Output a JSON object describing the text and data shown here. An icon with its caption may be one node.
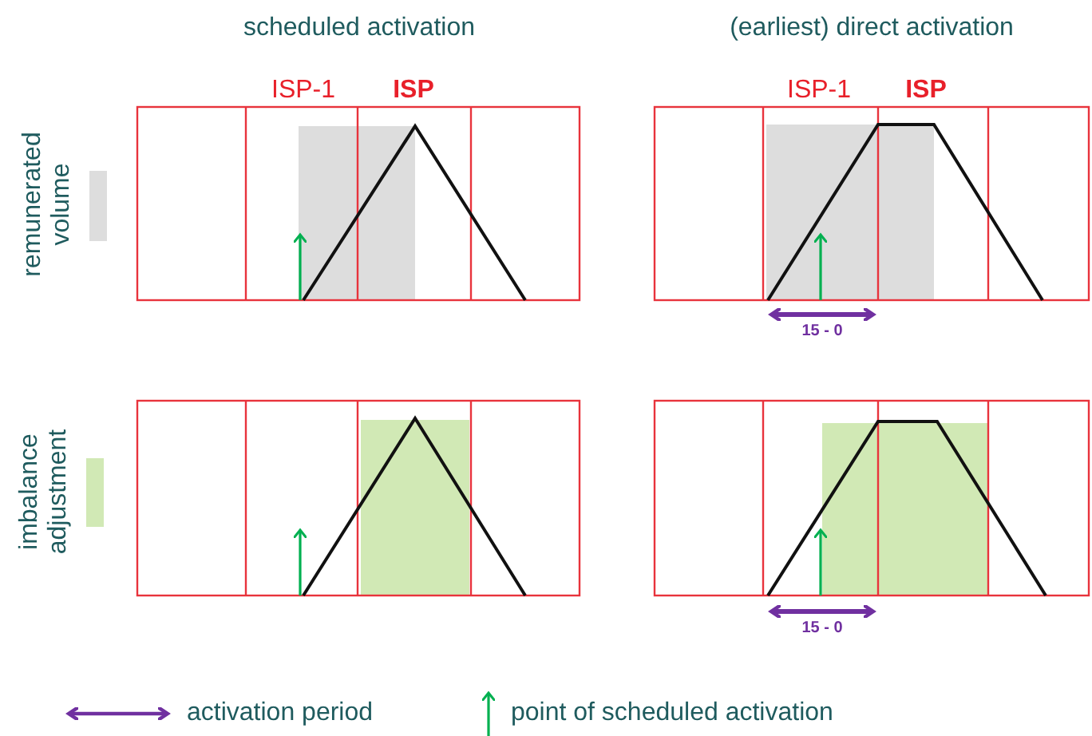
{
  "diagram": {
    "labels": [
      "scheduled activation",
      "(earliest) direct activation",
      "ISP-1",
      "ISP",
      "ISP-1",
      "ISP",
      "15 - 0",
      "15 - 0"
    ],
    "legend": [
      {
        "text": "remunerated volume",
        "color": "#dddddd"
      },
      {
        "text": "imbalance adjustment",
        "color": "#d1e9b5"
      },
      {
        "text": "activation period"
      },
      {
        "text": "point of scheduled activation"
      }
    ]
  }
}
